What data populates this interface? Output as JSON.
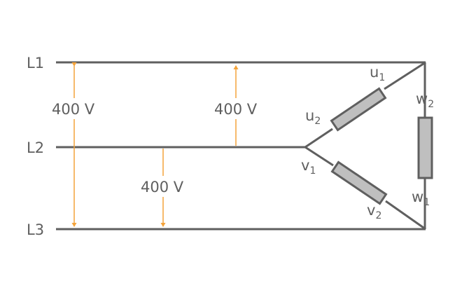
{
  "lines": {
    "l1": "L1",
    "l2": "L2",
    "l3": "L3"
  },
  "voltages": {
    "l1_l3": "400 V",
    "l1_l2": "400 V",
    "l2_l3": "400 V"
  },
  "terminals": {
    "u": {
      "letter": "u",
      "top": "1",
      "bottom": "2"
    },
    "v": {
      "letter": "v",
      "top": "1",
      "bottom": "2"
    },
    "w": {
      "letter": "w",
      "top": "2",
      "bottom": "1"
    }
  },
  "colors": {
    "wire": "#5f5f5f",
    "arrow": "#f4a33a",
    "resistor_fill": "#bfbfbf",
    "resistor_stroke": "#5f5f5f",
    "text": "#5f5f5f"
  }
}
